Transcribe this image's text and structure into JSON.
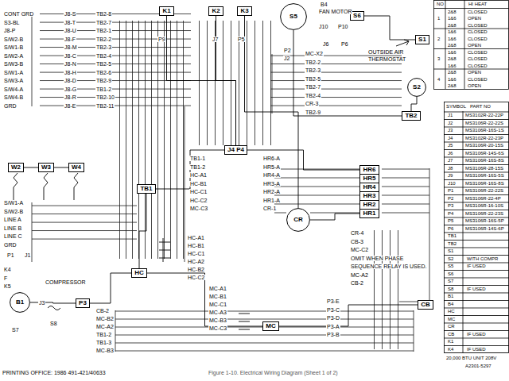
{
  "diagram": {
    "caption": "Figure 1-10. Electrical Wiring Diagram (Sheet 1 of 2)",
    "nodes": [
      {
        "text": [
          "K1"
        ]
      },
      {
        "text": [
          "K2"
        ]
      },
      {
        "text": [
          "K3"
        ]
      },
      {
        "text": [
          "S5"
        ]
      },
      {
        "text": [
          "S6"
        ]
      },
      {
        "text": [
          "S1"
        ]
      },
      {
        "text": [
          "S2"
        ]
      },
      {
        "text": [
          "TB2"
        ]
      },
      {
        "text": [
          "TB1"
        ]
      },
      {
        "text": [
          "J4 P4"
        ]
      },
      {
        "text": [
          "CR"
        ]
      },
      {
        "text": [
          "HR6"
        ]
      },
      {
        "text": [
          "HR5"
        ]
      },
      {
        "text": [
          "HR4"
        ]
      },
      {
        "text": [
          "HR3"
        ]
      },
      {
        "text": [
          "HR2"
        ]
      },
      {
        "text": [
          "HR1"
        ]
      },
      {
        "text": [
          "HC"
        ]
      },
      {
        "text": [
          "MC"
        ]
      },
      {
        "text": [
          "CB"
        ]
      },
      {
        "text": [
          "B1"
        ]
      },
      {
        "text": [
          "P3"
        ]
      },
      {
        "text": [
          "W2"
        ]
      },
      {
        "text": [
          "W3"
        ]
      },
      {
        "text": [
          "W4"
        ]
      }
    ],
    "edges": [
      {
        "from": 0,
        "to": 9,
        "arrow": "none"
      },
      {
        "from": 1,
        "to": 9,
        "arrow": "none"
      },
      {
        "from": 2,
        "to": 10,
        "arrow": "none"
      },
      {
        "from": 3,
        "to": 7,
        "arrow": "none"
      },
      {
        "from": 4,
        "to": 5,
        "arrow": "none"
      },
      {
        "from": 6,
        "to": 7,
        "arrow": "none"
      },
      {
        "from": 8,
        "to": 9,
        "arrow": "none"
      },
      {
        "from": 10,
        "to": 16,
        "arrow": "none"
      },
      {
        "from": 9,
        "to": 11,
        "arrow": "none"
      },
      {
        "from": 8,
        "to": 17,
        "arrow": "none"
      },
      {
        "from": 17,
        "to": 18,
        "arrow": "none"
      },
      {
        "from": 18,
        "to": 19,
        "arrow": "none"
      },
      {
        "from": 20,
        "to": 21,
        "arrow": "none"
      },
      {
        "from": 21,
        "to": 17,
        "arrow": "none"
      },
      {
        "from": 22,
        "to": 23,
        "arrow": "none"
      },
      {
        "from": 23,
        "to": 24,
        "arrow": "none"
      }
    ],
    "labels": [
      "CONT GRD",
      "S3-BL",
      "J8-P",
      "S/W2-B",
      "S/W1-B",
      "S/W2-A",
      "S/W3-B",
      "S/W1-A",
      "S/W3-A",
      "S/W4-A",
      "S/W4-B",
      "GRD",
      "J8-S",
      "J8-T",
      "J8-U",
      "J8-F",
      "J8-M",
      "J8-C",
      "J8-N",
      "J8-H",
      "J8-D",
      "J8-G",
      "J8-R",
      "J8-E",
      "TB2-8",
      "TB2-7",
      "TB2-1",
      "TB2-2",
      "TB2-3",
      "TB2-4",
      "TB2-5",
      "TB2-6",
      "TB2-9",
      "TB1-2",
      "TB2-10",
      "TB2-11",
      "S/W1-A",
      "S/W2-B",
      "LINE A",
      "LINE B",
      "LINE C",
      "GRD",
      "K4",
      "F",
      "K5",
      "TB1-1",
      "TB1-2",
      "HC-A1",
      "HC-B1",
      "HC-C1",
      "HC-C2",
      "MC-C3",
      "HR6-A",
      "HR5-A",
      "HR4-A",
      "HR3-A",
      "HR2-A",
      "HR1-A",
      "CR-1",
      "MC-X2",
      "TB2-2",
      "TB2-3",
      "TB2-5",
      "TB2-7",
      "TB2-4",
      "CR-3",
      "TB2-9",
      "CR-4",
      "CB-3",
      "MC-C2",
      "OMIT WHEN PHASE",
      "SEQUENCE RELAY IS USED.",
      "MC-A2",
      "CB-2",
      "P3-E",
      "P3-C",
      "P3-D",
      "P3-A",
      "P3-B",
      "CB-2",
      "MC-B2",
      "MC-A2",
      "TB1-2",
      "TB1-3",
      "MC-B3",
      "HC-A1",
      "HC-B1",
      "HC-C1",
      "HC-A2",
      "HC-B2",
      "HC-C2",
      "MC-A1",
      "MC-B1",
      "MC-C1",
      "MC-A3",
      "MC-B3",
      "MC-C3",
      "2&8",
      "1&6",
      "2&8",
      "1&6",
      "1&6",
      "2&8",
      "1&6",
      "2&8",
      "1&6",
      "2&8",
      "1&6",
      "2&8",
      "CLOSED",
      "OPEN",
      "CLOSED",
      "CLOSED",
      "CLOSED",
      "OPEN",
      "CLOSED",
      "CLOSED",
      "CLOSED",
      "OPEN",
      "CLOSED",
      "OPEN",
      "1",
      "2",
      "3",
      "4",
      "J1",
      "J2",
      "J3",
      "J4",
      "J5",
      "J6",
      "J7",
      "J8",
      "J9",
      "J10",
      "P1",
      "P2",
      "P3",
      "P4",
      "P5",
      "P6",
      "TB1",
      "TB2",
      "S1",
      "S2",
      "S5",
      "S6",
      "S7",
      "S8",
      "B1",
      "B4",
      "HC",
      "MC",
      "CR",
      "CB",
      "K1",
      "K4",
      "MS3102R-22-22P",
      "MS3106R-22-22S",
      "MS3106R-16S-1S",
      "MS3102R-22-23P",
      "MS3106R-20-15S",
      "MS3106R-14S-6S",
      "MS3106R-16S-8S",
      "MS3106R-28-15S",
      "MS3106R-16S-5S",
      "MS3106R-16S-8S",
      "MS3106R-22-22S",
      "MS3106R-22-4P",
      "MS3106R-16-10S",
      "MS3106R-22-23S",
      "MS3106R-16S-5P",
      "MS3106R-14S-6P",
      "NO",
      "HI HEAT",
      "SYMBOL",
      "PART NO",
      "WITH COMPR",
      "IF USED",
      "IF USED",
      "IF USED",
      "IF USED",
      "20,000 BTU UNIT 208V",
      "A2301-5297",
      "B4",
      "FAN MOTOR",
      "OUTSIDE AIR",
      "THERMOSTAT",
      "J10",
      "P10",
      "J6",
      "P6",
      "P2",
      "J2",
      "P9",
      "J7",
      "P5",
      "P1",
      "J1",
      "COMPRESSOR",
      "J3",
      "S8",
      "S7",
      "PRINTING OFFICE: 1986 491-421/40633"
    ]
  }
}
